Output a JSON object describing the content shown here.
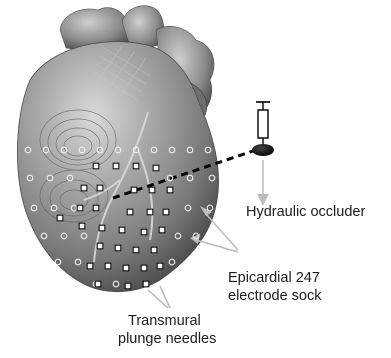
{
  "labels": {
    "occluder": "Hydraulic occluder",
    "sock_line1": "Epicardial 247",
    "sock_line2": "electrode sock",
    "needles_line1": "Transmural",
    "needles_line2": "plunge needles"
  },
  "colors": {
    "heart_base": "#8e8e8e",
    "heart_highlight": "#d4d4d4",
    "heart_shadow": "#3f3f3f",
    "leader_line": "#bdbdbd",
    "needle_marker": "#111111",
    "sock_marker": "#f2f2f2"
  }
}
